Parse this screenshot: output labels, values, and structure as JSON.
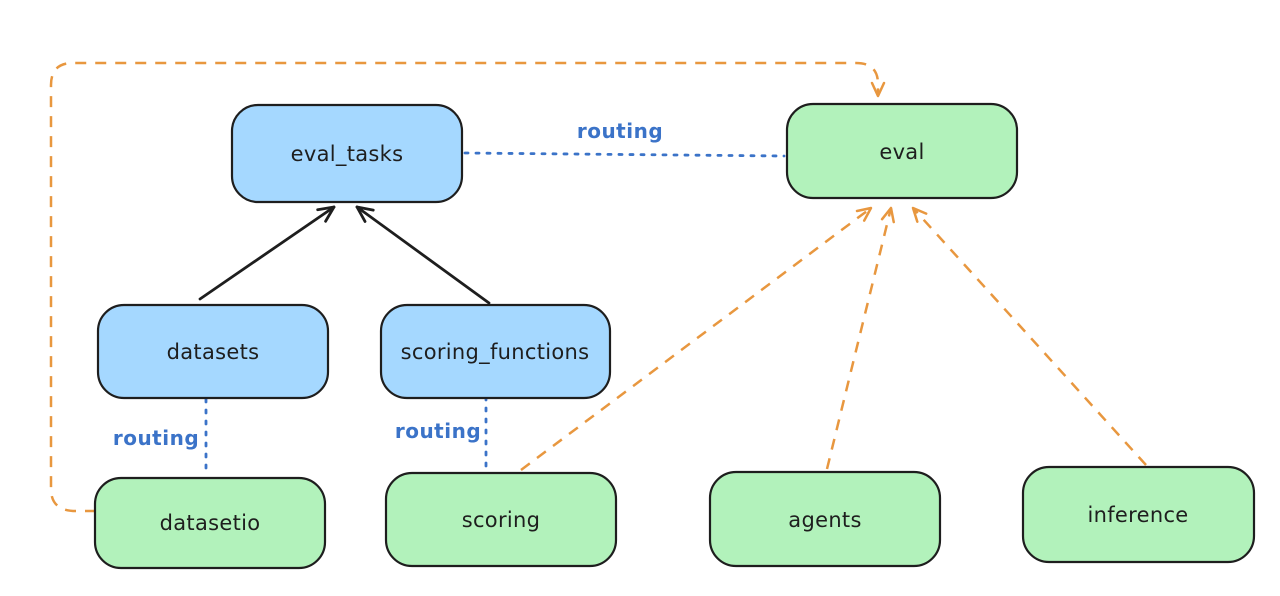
{
  "diagram": {
    "colors": {
      "background": "#ffffff",
      "node_stroke": "#1e1e1e",
      "label_text": "#1e1e1e",
      "blue_fill": "#a5d8ff",
      "green_fill": "#b2f2bb",
      "solid_arrow": "#1e1e1e",
      "dashed_arrow_orange": "#e8973f",
      "routing_blue": "#3b73c8"
    },
    "nodes": {
      "eval_tasks": {
        "label": "eval_tasks",
        "fill": "#a5d8ff"
      },
      "eval": {
        "label": "eval",
        "fill": "#b2f2bb"
      },
      "datasets": {
        "label": "datasets",
        "fill": "#a5d8ff"
      },
      "scoring_functions": {
        "label": "scoring_functions",
        "fill": "#a5d8ff"
      },
      "datasetio": {
        "label": "datasetio",
        "fill": "#b2f2bb"
      },
      "scoring": {
        "label": "scoring",
        "fill": "#b2f2bb"
      },
      "agents": {
        "label": "agents",
        "fill": "#b2f2bb"
      },
      "inference": {
        "label": "inference",
        "fill": "#b2f2bb"
      }
    },
    "edge_labels": {
      "eval_tasks_to_eval": "routing",
      "datasets_to_datasetio": "routing",
      "scoring_functions_to_scoring": "routing"
    }
  }
}
